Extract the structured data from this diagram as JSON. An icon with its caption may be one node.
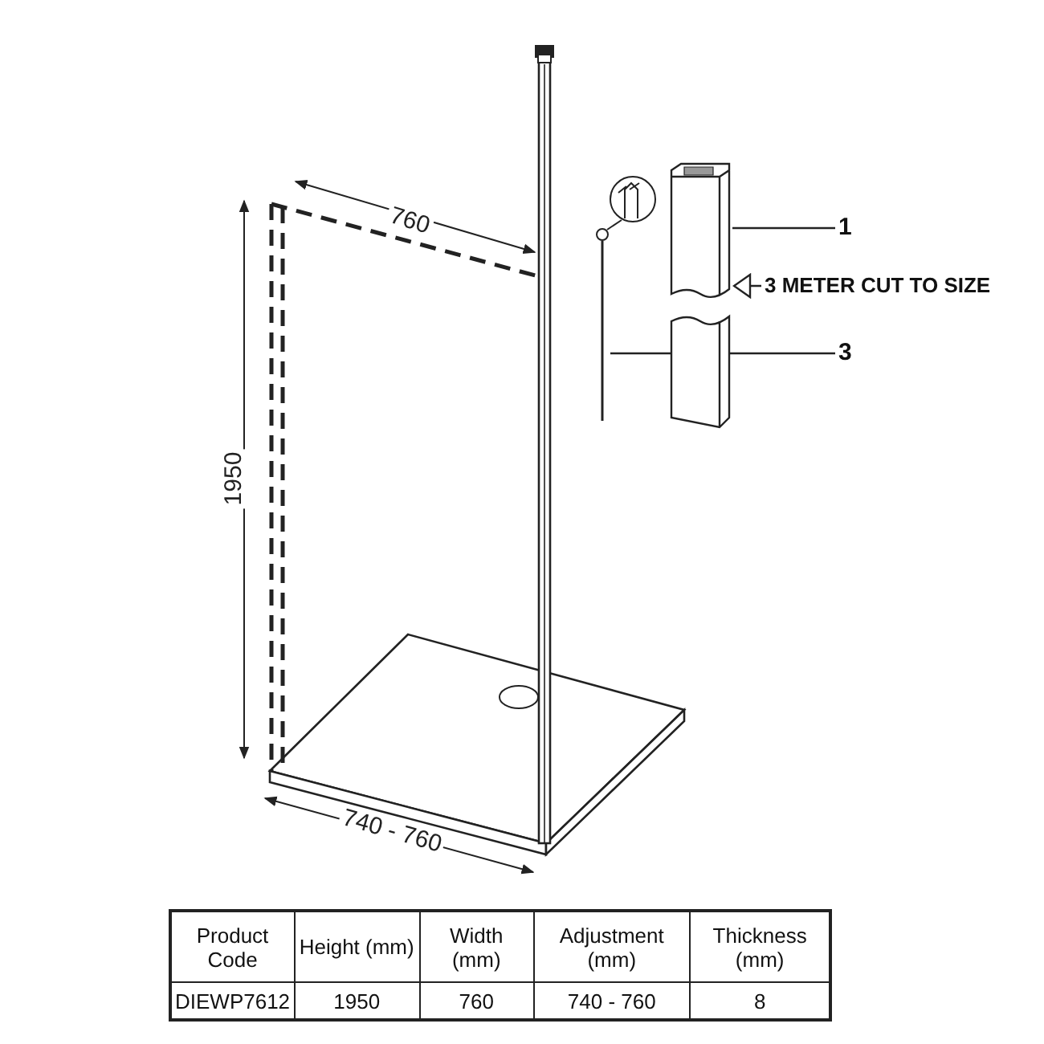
{
  "diagram": {
    "nodes": [
      {
        "text": [
          "1"
        ]
      },
      {
        "text": [],
        "shape": "picture"
      },
      {
        "text": [
          "3"
        ]
      },
      {
        "text": [],
        "shape": "picture"
      },
      {
        "text": [
          "3 METER CUT TO SIZE"
        ]
      }
    ],
    "edges": [
      {
        "from": 0,
        "to": 3,
        "arrow": "none"
      },
      {
        "from": 2,
        "to": 1,
        "arrow": "none"
      },
      {
        "from": 4,
        "to": 3,
        "arrow": "to"
      }
    ],
    "labels": [
      "760",
      "1950",
      "740 - 760",
      "Product Code",
      "Height (mm)",
      "Width (mm)",
      "Adjustment (mm)",
      "Thickness (mm)",
      "DIEWP7612",
      "1950",
      "760",
      "740 - 760",
      "8"
    ]
  }
}
